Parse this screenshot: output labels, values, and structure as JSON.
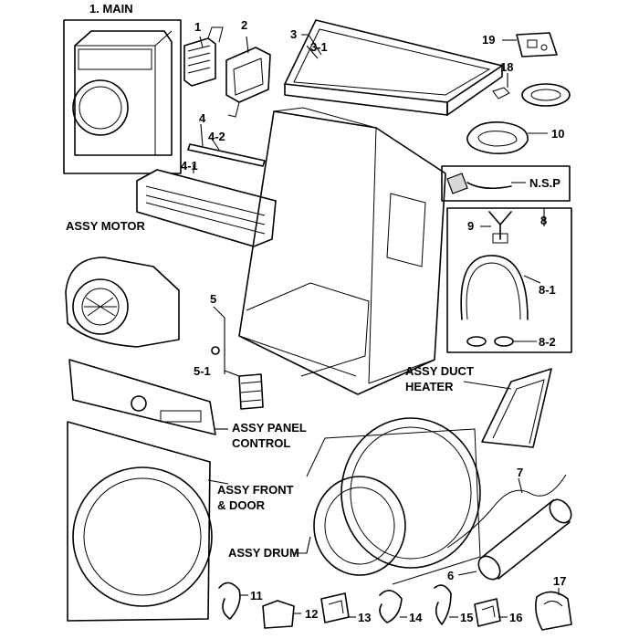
{
  "labels": {
    "main": "1. MAIN",
    "p1": "1",
    "p2": "2",
    "p3": "3",
    "p3_1": "3-1",
    "p4": "4",
    "p4_1": "4-1",
    "p4_2": "4-2",
    "p5": "5",
    "p5_1": "5-1",
    "p6": "6",
    "p7": "7",
    "p8": "8",
    "p8_1": "8-1",
    "p8_2": "8-2",
    "p9": "9",
    "p10": "10",
    "p11": "11",
    "p12": "12",
    "p13": "13",
    "p14": "14",
    "p15": "15",
    "p16": "16",
    "p17": "17",
    "p18": "18",
    "p19": "19",
    "nsp": "N.S.P",
    "assy_motor": "ASSY MOTOR",
    "assy_panel_1": "ASSY PANEL",
    "assy_panel_2": "CONTROL",
    "assy_front_1": "ASSY FRONT",
    "assy_front_2": "& DOOR",
    "assy_drum": "ASSY DRUM",
    "assy_duct_1": "ASSY DUCT",
    "assy_duct_2": "HEATER"
  }
}
